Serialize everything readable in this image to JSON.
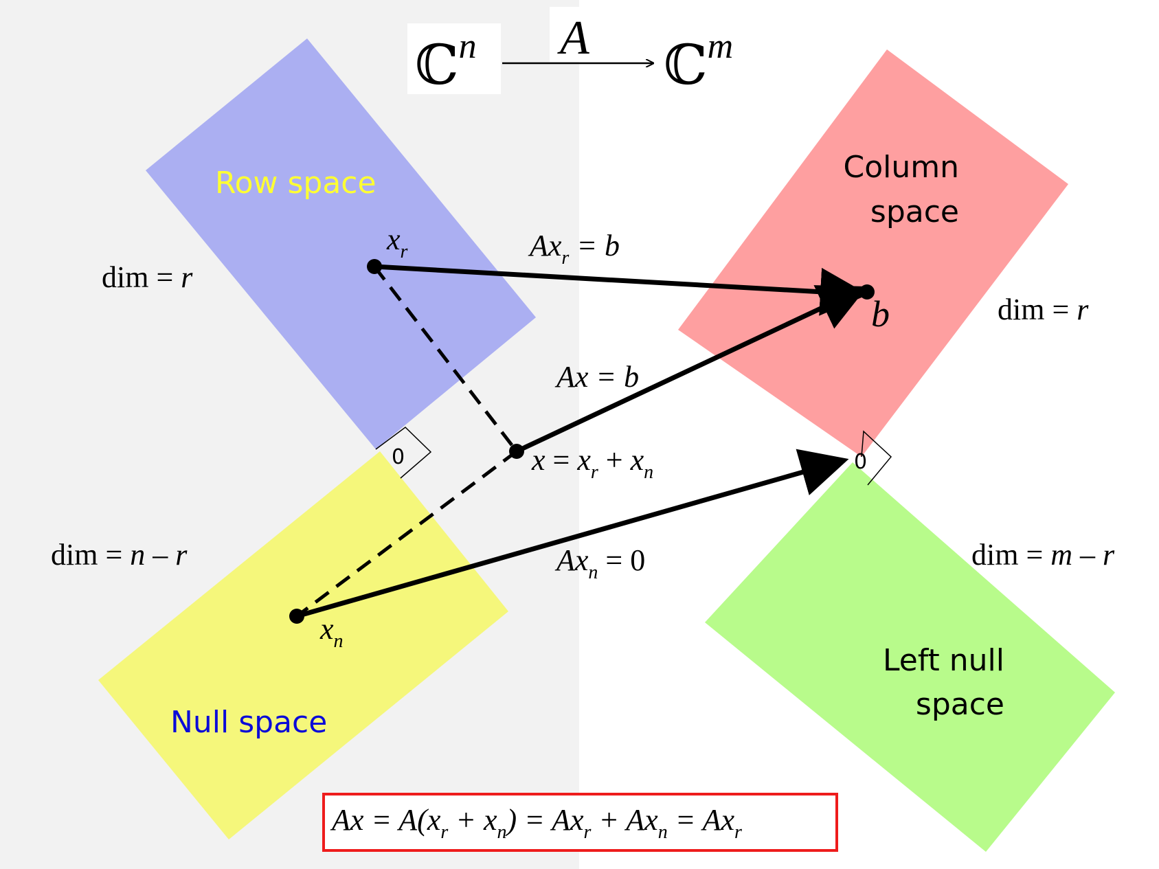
{
  "domains": {
    "source": {
      "bb": "ℂ",
      "sup": "n"
    },
    "target": {
      "bb": "ℂ",
      "sup": "m"
    },
    "map": "A"
  },
  "subspaces": {
    "row": {
      "label": "Row space",
      "color": "#abaff2",
      "text_color": "#ffff33"
    },
    "null": {
      "label": "Null space",
      "color": "#f5f77b",
      "text_color": "#0b0bd8"
    },
    "column": {
      "label_1": "Column",
      "label_2": "space",
      "color": "#fe9fa0",
      "text_color": "#000000"
    },
    "left_null": {
      "label_1": "Left null",
      "label_2": "space",
      "color": "#b8fb8b",
      "text_color": "#000000"
    }
  },
  "dimensions": {
    "row": {
      "prefix": "dim = ",
      "var": "r"
    },
    "null": {
      "prefix": "dim = ",
      "var": "n",
      "sep": " – ",
      "var2": "r"
    },
    "column": {
      "prefix": "dim = ",
      "var": "r"
    },
    "left_null": {
      "prefix": "dim = ",
      "var": "m",
      "sep": " – ",
      "var2": "r"
    }
  },
  "points": {
    "xr": {
      "base": "x",
      "sub": "r"
    },
    "xn": {
      "base": "x",
      "sub": "n"
    },
    "b": "b",
    "x": {
      "lhs": "x",
      "eq": " = ",
      "a": "x",
      "a_sub": "r",
      "plus": " + ",
      "b": "x",
      "b_sub": "n"
    }
  },
  "mappings": {
    "axr": {
      "A": "A",
      "x": "x",
      "sub": "r",
      "rhs": " = b"
    },
    "ax": {
      "text": "Ax = b"
    },
    "axn": {
      "A": "A",
      "x": "x",
      "sub": "n",
      "rhs": " = 0"
    }
  },
  "right_angle": {
    "label": "0"
  },
  "equation": {
    "p1": "Ax = A(x",
    "s1": "r",
    "p2": " + x",
    "s2": "n",
    "p3": ") = Ax",
    "s3": "r",
    "p4": " + Ax",
    "s4": "n",
    "p5": " = Ax",
    "s5": "r",
    "border_color": "#ee1c1c"
  },
  "panels": {
    "left_bg": "#f2f2f2",
    "right_bg": "#ffffff"
  }
}
